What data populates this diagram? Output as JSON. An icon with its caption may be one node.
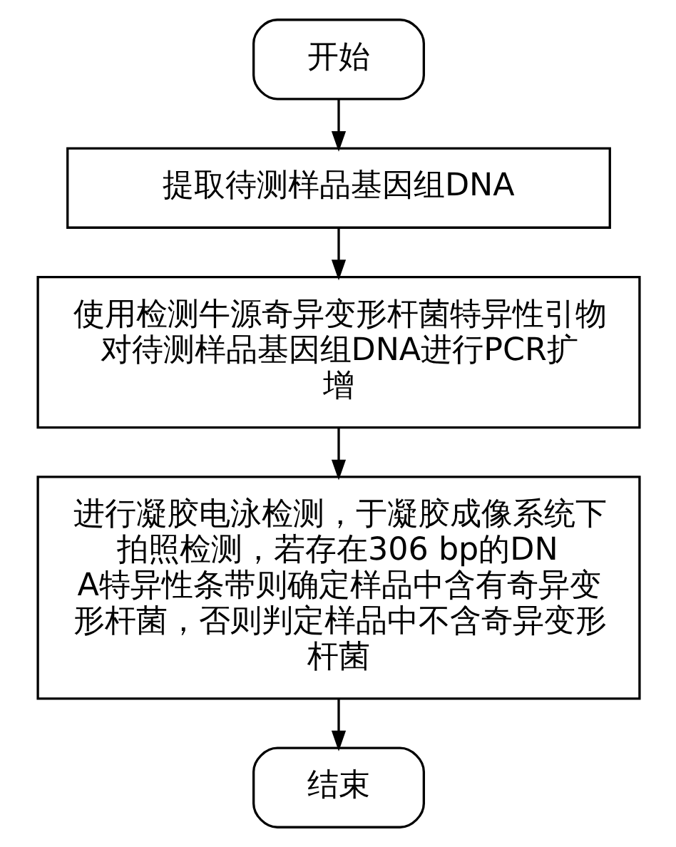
{
  "diagram": {
    "nodes": [
      {
        "text": [
          "开始"
        ]
      },
      {
        "text": [
          "提取待测样品基因组DNA"
        ]
      },
      {
        "text": [
          "使用检测牛源奇异变形杆菌特异性引物对待测样品基因组DNA进行PCR扩增"
        ]
      },
      {
        "text": [
          "进行凝胶电泳检测，于凝胶成像系统下拍照检测，若存在306 bp的DNA特异性条带则确定样品中含有奇异变形杆菌，否则判定样品中不含奇异变形杆菌"
        ]
      },
      {
        "text": [
          "结束"
        ]
      }
    ],
    "edges": [
      {
        "from": 0,
        "to": 1,
        "arrow": "to"
      },
      {
        "from": 1,
        "to": 2,
        "arrow": "to"
      },
      {
        "from": 2,
        "to": 3,
        "arrow": "to"
      },
      {
        "from": 3,
        "to": 4,
        "arrow": "to"
      }
    ]
  }
}
